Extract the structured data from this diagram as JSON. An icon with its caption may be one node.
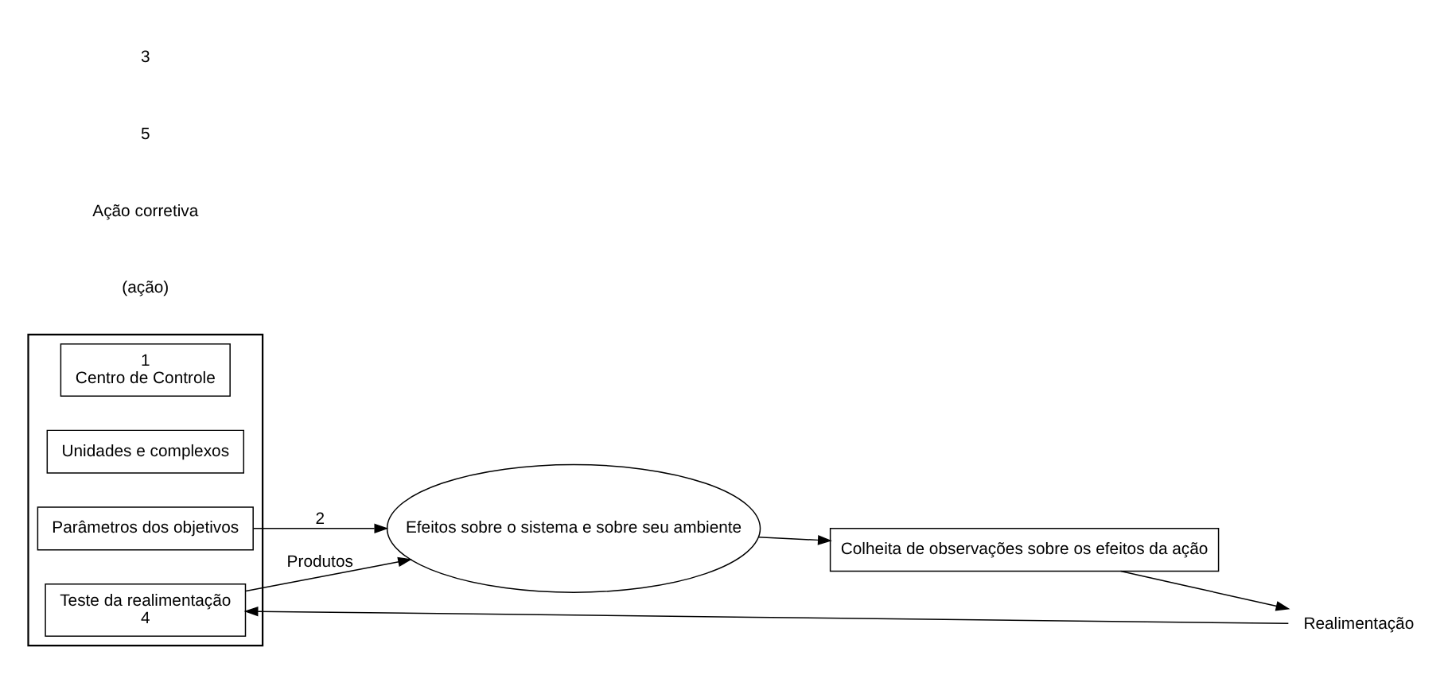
{
  "diagram": {
    "nodes": [
      {
        "text": [],
        "shape": "box"
      },
      {
        "text": [
          "1",
          "Centro de Controle"
        ],
        "in": 0
      },
      {
        "text": [
          "Unidades e complexos"
        ],
        "in": 0
      },
      {
        "text": [
          "Parâmetros dos objetivos"
        ],
        "in": 0
      },
      {
        "text": [
          "Teste da realimentação",
          "4"
        ],
        "in": 0
      },
      {
        "text": [
          "Efeitos sobre o sistema e sobre seu ambiente"
        ]
      },
      {
        "text": [
          "Colheita de observações sobre os efeitos da ação"
        ]
      },
      {
        "text": [
          "Realimentação"
        ]
      }
    ],
    "edges": [
      {
        "from": 3,
        "to": 5,
        "arrow": "to",
        "label": "2"
      },
      {
        "from": 4,
        "to": 5,
        "arrow": "to",
        "label": "Produtos"
      },
      {
        "from": 5,
        "to": 6,
        "arrow": "to"
      },
      {
        "from": 6,
        "to": 7,
        "arrow": "to"
      },
      {
        "from": 7,
        "to": 4,
        "arrow": "to"
      }
    ],
    "labels": [
      "(ação)",
      "Ação corretiva",
      "5",
      "3"
    ]
  }
}
